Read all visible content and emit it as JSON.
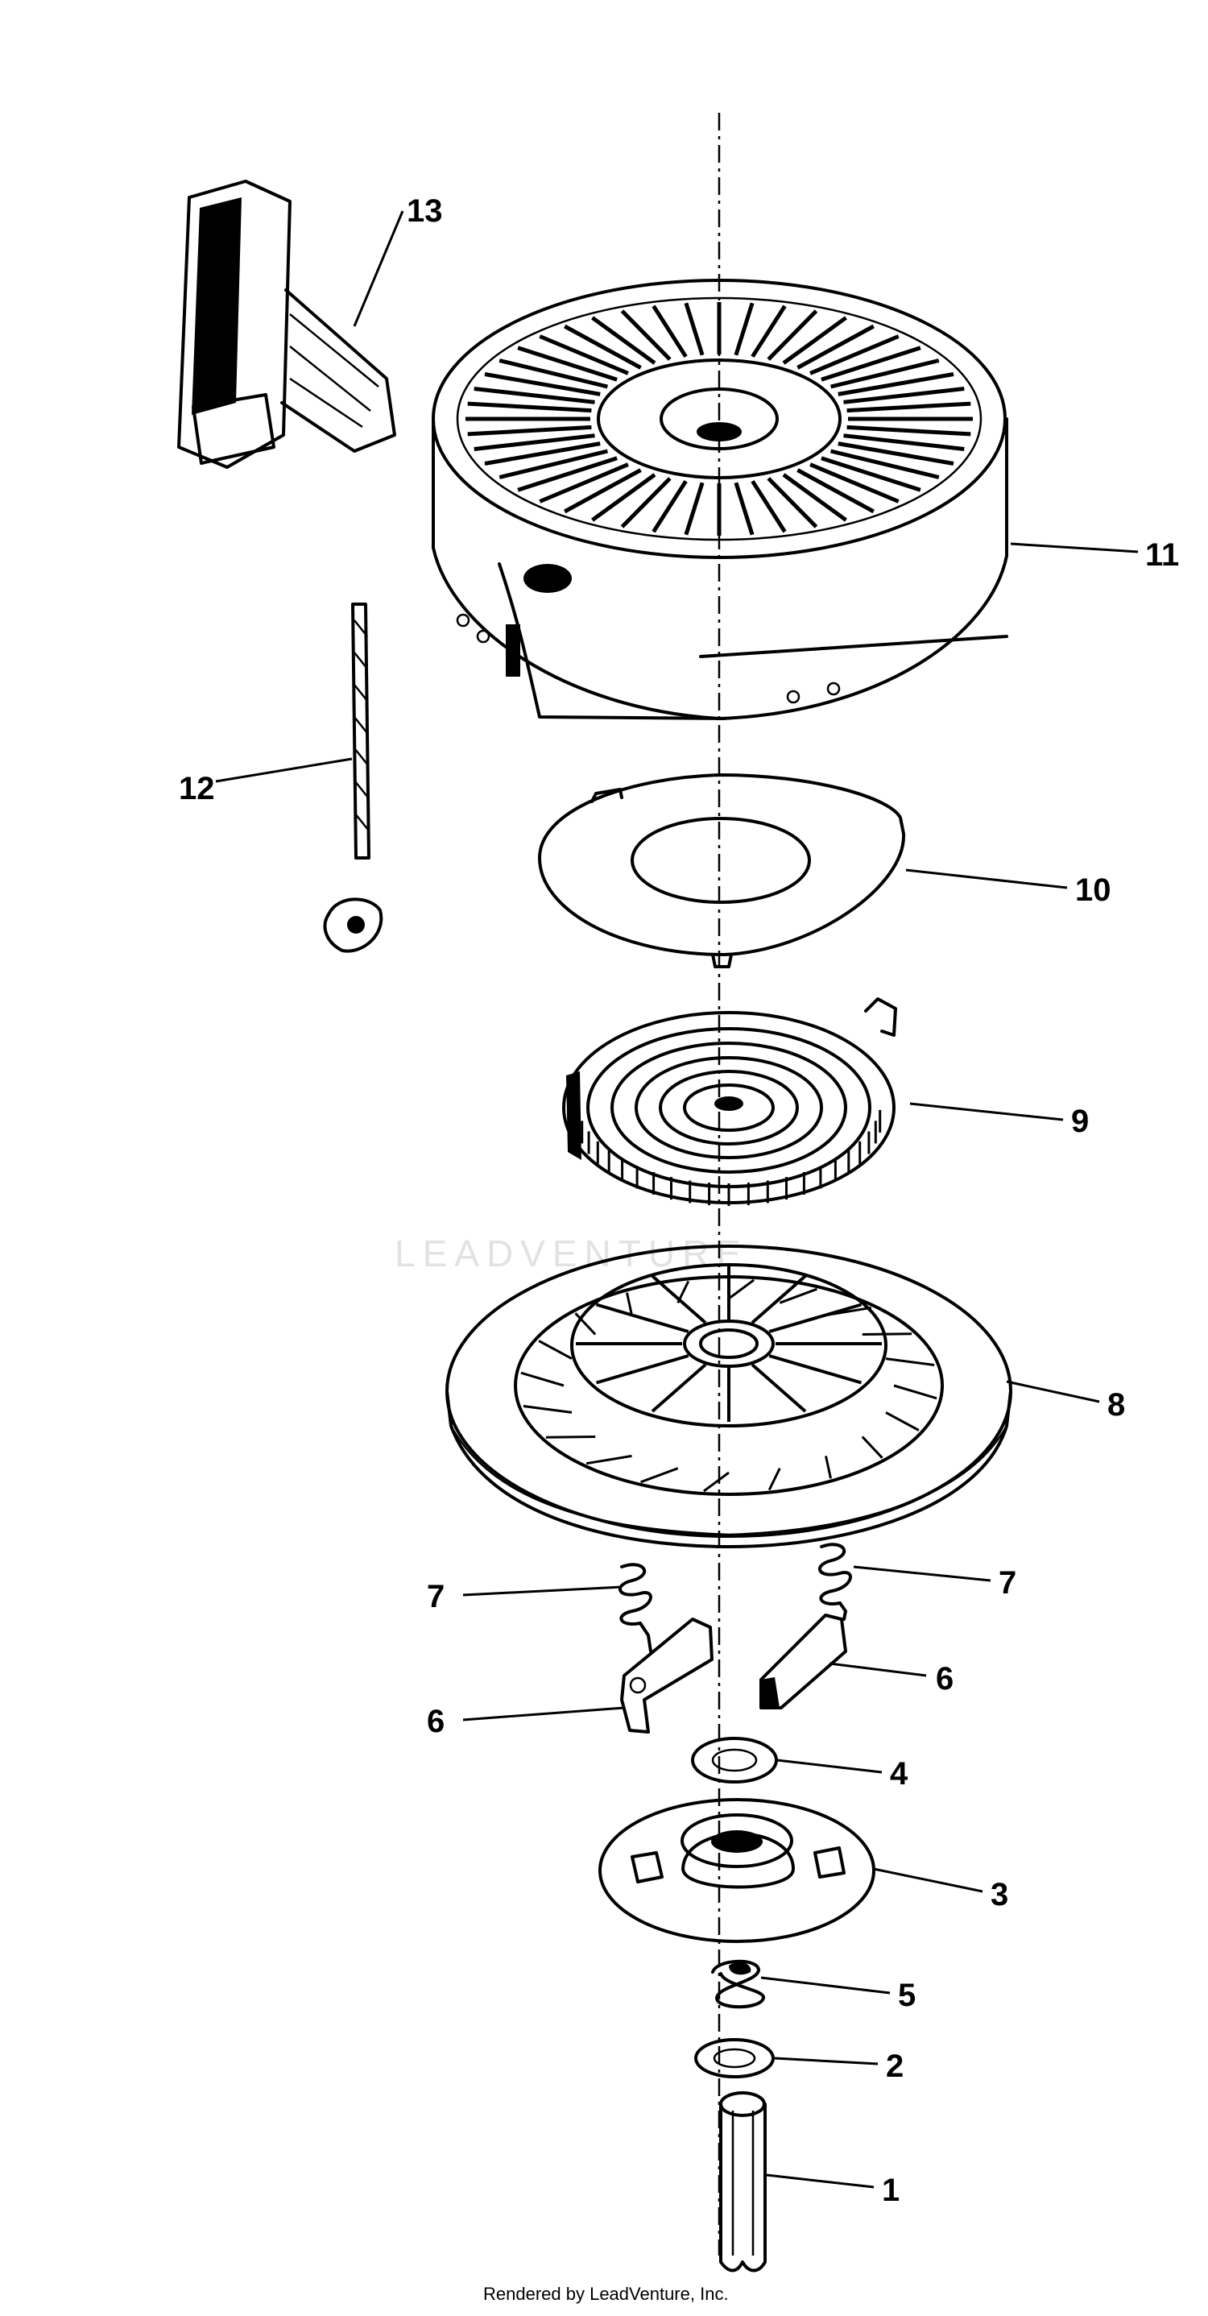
{
  "callouts": [
    {
      "id": "13",
      "text": "13"
    },
    {
      "id": "11",
      "text": "11"
    },
    {
      "id": "12",
      "text": "12"
    },
    {
      "id": "10",
      "text": "10"
    },
    {
      "id": "9",
      "text": "9"
    },
    {
      "id": "8",
      "text": "8"
    },
    {
      "id": "7a",
      "text": "7"
    },
    {
      "id": "7b",
      "text": "7"
    },
    {
      "id": "6a",
      "text": "6"
    },
    {
      "id": "6b",
      "text": "6"
    },
    {
      "id": "4",
      "text": "4"
    },
    {
      "id": "3",
      "text": "3"
    },
    {
      "id": "5",
      "text": "5"
    },
    {
      "id": "2",
      "text": "2"
    },
    {
      "id": "1",
      "text": "1"
    }
  ],
  "watermark": "LEADVENTURE",
  "footer": "Rendered by LeadVenture, Inc.",
  "colors": {
    "ink": "#000000",
    "background": "#ffffff",
    "watermark": "#e2e2e2"
  }
}
